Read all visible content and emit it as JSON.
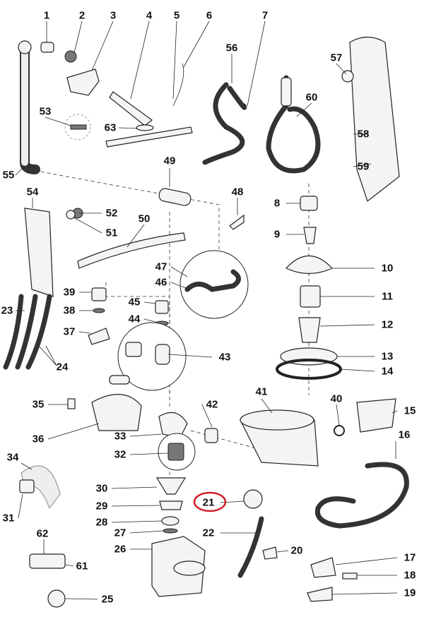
{
  "diagram": {
    "title": "Dishwasher exploded parts diagram",
    "highlighted_part": "21",
    "highlight_color": "#d0202a",
    "part_numbers": [
      "1",
      "2",
      "3",
      "4",
      "5",
      "6",
      "7",
      "8",
      "9",
      "10",
      "11",
      "12",
      "13",
      "14",
      "15",
      "16",
      "17",
      "18",
      "19",
      "20",
      "21",
      "22",
      "23",
      "24",
      "25",
      "26",
      "27",
      "28",
      "29",
      "30",
      "31",
      "32",
      "33",
      "34",
      "35",
      "36",
      "37",
      "38",
      "39",
      "40",
      "41",
      "42",
      "43",
      "44",
      "45",
      "46",
      "47",
      "48",
      "49",
      "50",
      "51",
      "52",
      "53",
      "54",
      "55",
      "56",
      "57",
      "58",
      "59",
      "60",
      "61",
      "62",
      "63"
    ]
  }
}
